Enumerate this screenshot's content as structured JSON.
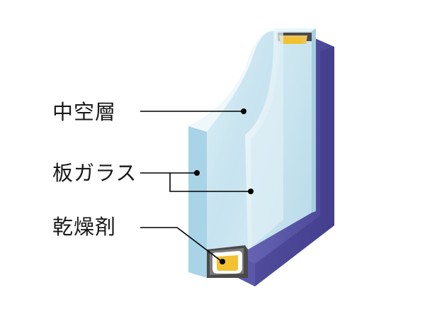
{
  "labels": {
    "air_layer": "中空層",
    "glass_pane": "板ガラス",
    "desiccant": "乾燥剤"
  },
  "colors": {
    "glass_face": "#cfe7f1",
    "glass_edge": "#a9d3e6",
    "frame_purple": "#4e4aa0",
    "frame_dark": "#3b3870",
    "spacer_gray": "#555555",
    "desiccant_yellow": "#f2c230",
    "leader_line": "#000000"
  },
  "icons": [
    "double-glazing-cross-section-illustration"
  ]
}
